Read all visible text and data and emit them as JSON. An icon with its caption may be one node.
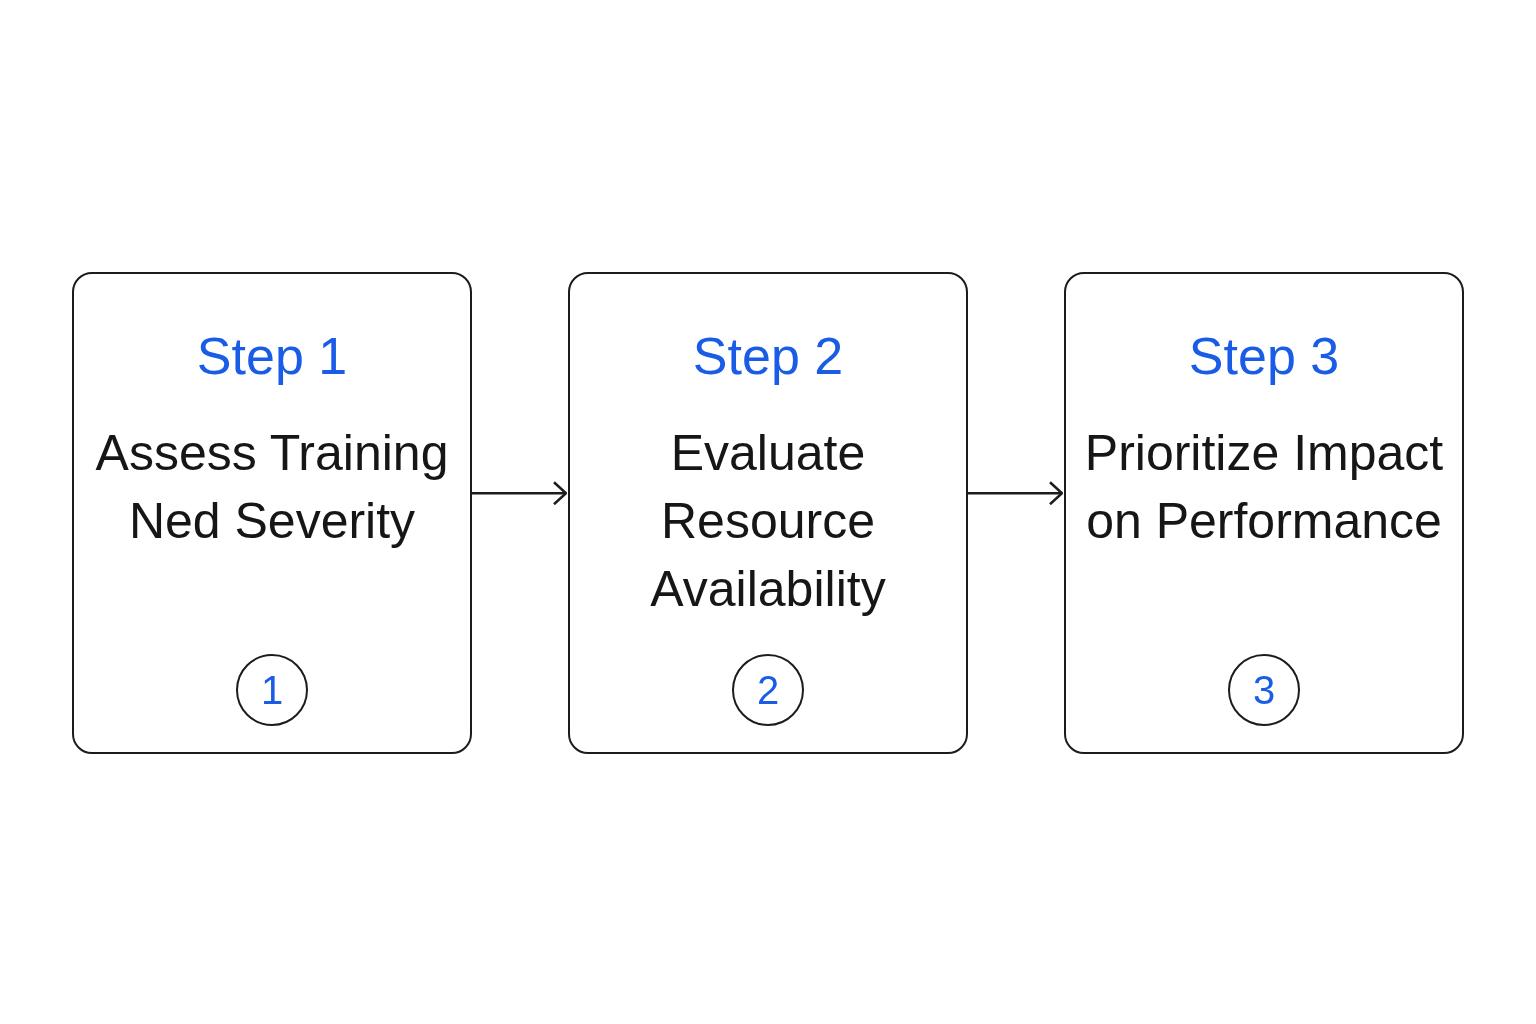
{
  "diagram": {
    "nodes": [
      {
        "text": [
          "Step 1",
          "Assess Training Ned Severity"
        ]
      },
      {
        "text": [
          "1"
        ],
        "in": 0
      },
      {
        "text": [
          "Step 2",
          "Evaluate Resource Availability"
        ]
      },
      {
        "text": [
          "2"
        ],
        "in": 2
      },
      {
        "text": [
          "Step 3",
          "Prioritize Impact on Performance"
        ]
      },
      {
        "text": [
          "3"
        ],
        "in": 4
      }
    ],
    "edges": [
      {
        "from": 0,
        "to": 2,
        "arrow": "to"
      },
      {
        "from": 2,
        "to": 4,
        "arrow": "to"
      }
    ]
  }
}
